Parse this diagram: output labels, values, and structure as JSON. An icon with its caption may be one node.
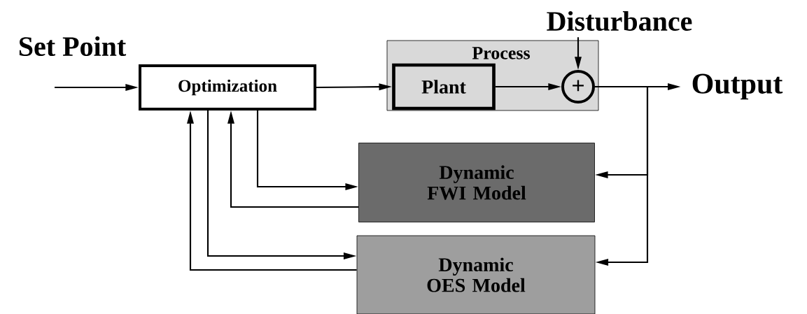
{
  "diagram": {
    "nodes": [
      {
        "text": [
          "Optimization"
        ]
      },
      {
        "text": [
          "Process"
        ]
      },
      {
        "text": [
          "Plant"
        ],
        "in": 1
      },
      {
        "text": [
          "+"
        ],
        "in": 1
      },
      {
        "text": [
          "Disturbance"
        ]
      },
      {
        "text": [
          "Output"
        ]
      },
      {
        "text": [
          "Dynamic FWI Model"
        ]
      },
      {
        "text": [
          "Dynamic OES Model"
        ]
      }
    ],
    "edges": [
      {
        "from": null,
        "to": 0,
        "arrow": "to"
      },
      {
        "from": 0,
        "to": 2,
        "arrow": "to"
      },
      {
        "from": 2,
        "to": 3,
        "arrow": "to"
      },
      {
        "from": 4,
        "to": 3,
        "arrow": "to"
      },
      {
        "from": 3,
        "to": 5,
        "arrow": "to"
      },
      {
        "from": 3,
        "to": 6,
        "arrow": "to"
      },
      {
        "from": 3,
        "to": 7,
        "arrow": "to"
      },
      {
        "from": 0,
        "to": 6,
        "arrow": "to"
      },
      {
        "from": 6,
        "to": 0,
        "arrow": "to"
      },
      {
        "from": 0,
        "to": 7,
        "arrow": "to"
      },
      {
        "from": 7,
        "to": 0,
        "arrow": "to"
      }
    ],
    "labels": [
      "Set Point"
    ]
  }
}
